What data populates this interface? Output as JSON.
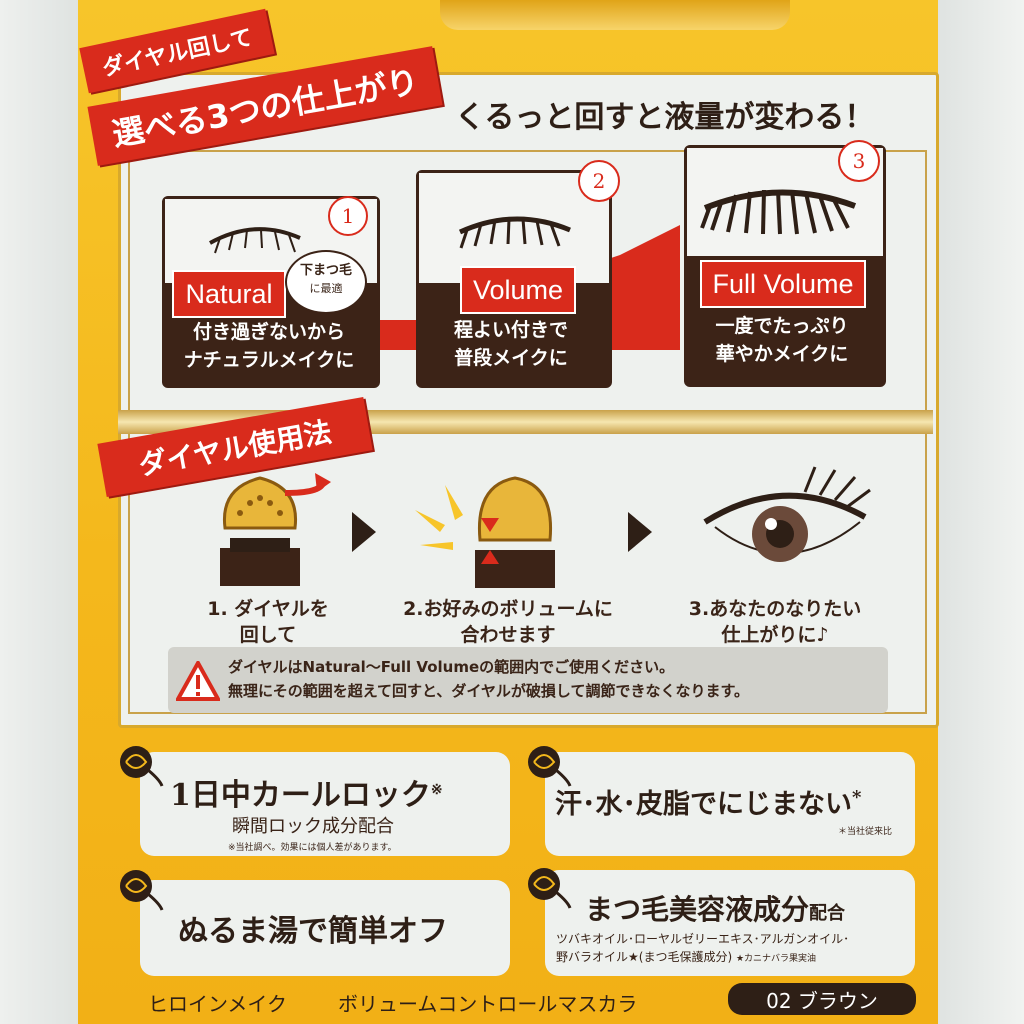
{
  "colors": {
    "pack_yellow": "#f4b81c",
    "brand_red": "#d92b1c",
    "dark_brown": "#3c2317",
    "panel_bg": "#eef1ee",
    "gold": "#d8a92c"
  },
  "header": {
    "ribbon_small": "ダイヤル回して",
    "ribbon_large": "選べる3つの仕上がり",
    "headline": "くるっと回すと液量が変わる！"
  },
  "steps": [
    {
      "number": "1",
      "label": "Natural",
      "desc_line1": "付き過ぎないから",
      "desc_line2": "ナチュラルメイクに",
      "badge_line1": "下まつ毛",
      "badge_line2": "に最適"
    },
    {
      "number": "2",
      "label": "Volume",
      "desc_line1": "程よい付きで",
      "desc_line2": "普段メイクに"
    },
    {
      "number": "3",
      "label": "Full Volume",
      "desc_line1": "一度でたっぷり",
      "desc_line2": "華やかメイクに"
    }
  ],
  "usage": {
    "ribbon": "ダイヤル使用法",
    "steps": [
      {
        "line1": "1. ダイヤルを",
        "line2": "回して"
      },
      {
        "line1": "2.お好みのボリュームに",
        "line2": "合わせます"
      },
      {
        "line1": "3.あなたのなりたい",
        "line2": "仕上がりに♪"
      }
    ]
  },
  "warning": {
    "line1": "ダイヤルはNatural～Full Volumeの範囲内でご使用ください。",
    "line2": "無理にその範囲を超えて回すと、ダイヤルが破損して調節できなくなります。"
  },
  "features": [
    {
      "main": "1日中カールロック",
      "mark": "※",
      "sub": "瞬間ロック成分配合",
      "note": "※当社調べ。効果には個人差があります。"
    },
    {
      "main": "汗･水･皮脂でにじまない",
      "mark": "*",
      "note": "＊当社従来比"
    },
    {
      "main": "ぬるま湯で簡単オフ"
    },
    {
      "main": "まつ毛美容液成分",
      "main_suffix": "配合",
      "sub": "ツバキオイル･ローヤルゼリーエキス･アルガンオイル･",
      "sub2": "野バラオイル★(まつ毛保護成分)",
      "note": "★カニナバラ果実油"
    }
  ],
  "footer": {
    "brand": "ヒロインメイク",
    "product": "ボリュームコントロールマスカラ",
    "shade": "02 ブラウン"
  }
}
